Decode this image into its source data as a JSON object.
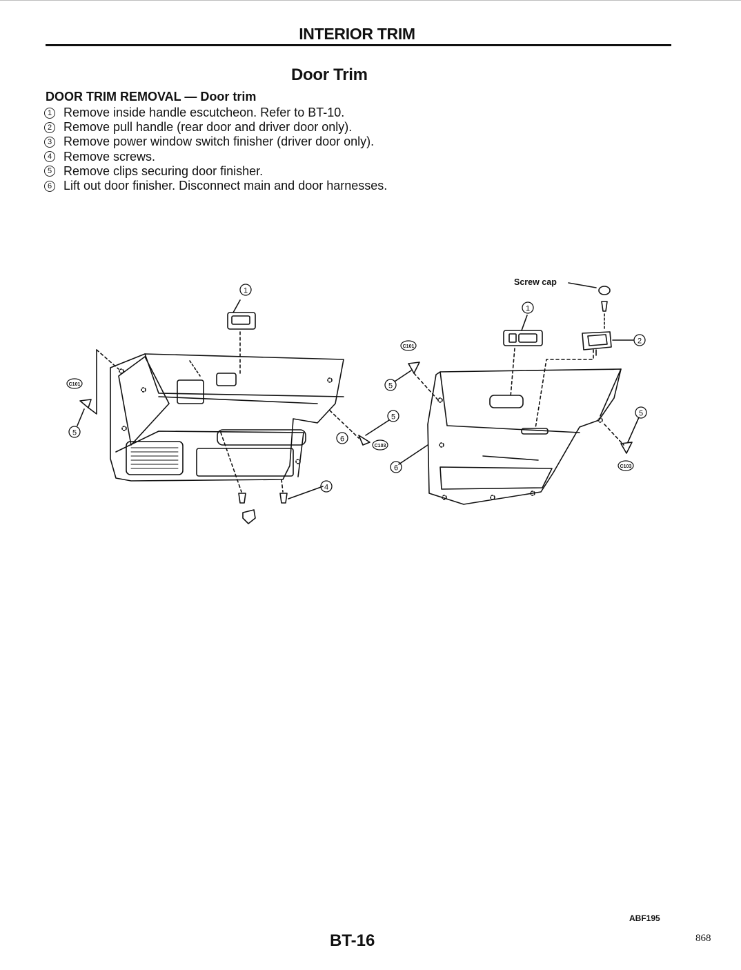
{
  "header": {
    "title": "INTERIOR TRIM"
  },
  "subtitle": "Door Trim",
  "section": {
    "heading": "DOOR TRIM REMOVAL — Door trim",
    "steps": [
      {
        "num": "1",
        "text": "Remove inside handle escutcheon. Refer to BT-10."
      },
      {
        "num": "2",
        "text": "Remove pull handle (rear door and driver door only)."
      },
      {
        "num": "3",
        "text": "Remove power window switch finisher (driver door only)."
      },
      {
        "num": "4",
        "text": "Remove screws."
      },
      {
        "num": "5",
        "text": "Remove clips securing door finisher."
      },
      {
        "num": "6",
        "text": "Lift out door finisher. Disconnect main and door harnesses."
      }
    ]
  },
  "figure": {
    "screw_cap_label": "Screw cap",
    "clip_code_101": "C101",
    "clip_code_103": "C103",
    "callouts": {
      "one": "1",
      "two": "2",
      "four": "4",
      "five": "5",
      "six": "6"
    },
    "code": "ABF195"
  },
  "footer": {
    "page_number": "BT-16",
    "sheet_number": "868"
  }
}
